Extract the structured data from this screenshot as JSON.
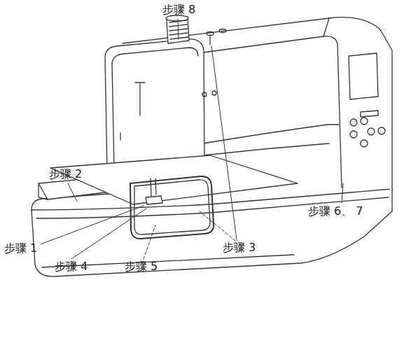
{
  "diagram": {
    "labels": [
      "步骤 8",
      "步骤 2",
      "步骤 6、 7",
      "步骤 1",
      "步骤 3",
      "步骤 4",
      "步骤 5"
    ]
  }
}
